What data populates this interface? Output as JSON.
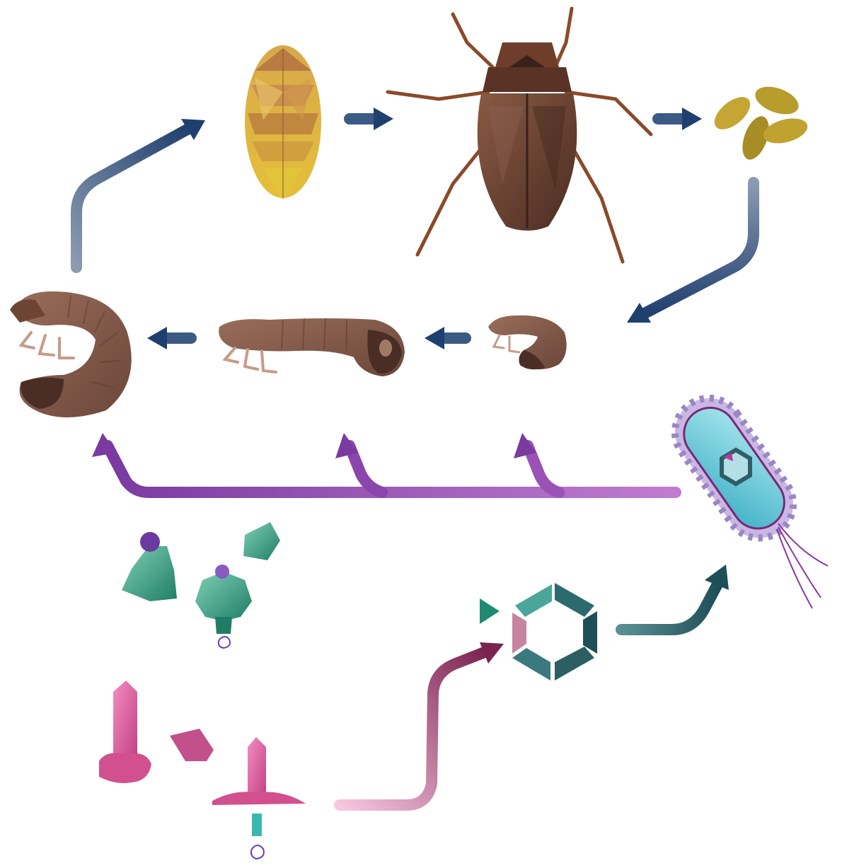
{
  "figure": {
    "description_stages": [
      "egg",
      "larva-l1",
      "larva-l2",
      "larva-l3",
      "pupa",
      "adult-beetle"
    ],
    "colors": {
      "background": "#ffffff",
      "cycle_arrow": "#1f3f6e",
      "cycle_arrow_light": "#8b9bb2",
      "infection_arrow": "#9e55b3",
      "teal_arrow": "#2a8a72",
      "pink_arrow": "#8c2e62",
      "beetle_brown": "#6e4634",
      "pupa_gold": "#d9a53a",
      "egg_gold": "#b89c2c",
      "larva_brown": "#8d6453",
      "bacterium_cyan": "#6bc9d9",
      "bacterium_outline": "#7a2878",
      "toxin_teal": "#2f9a80",
      "toxin_pink": "#e05a9c",
      "membrane_magenta": "#e041c8"
    },
    "icons": [
      "pupa-icon",
      "adult-beetle-icon",
      "eggs-icon",
      "larva-l3-icon",
      "larva-l2-icon",
      "larva-l1-icon",
      "bacterium-icon",
      "toxin-complex-icon",
      "tc-a-toxin-icon",
      "tc-b-toxin-icon"
    ]
  }
}
